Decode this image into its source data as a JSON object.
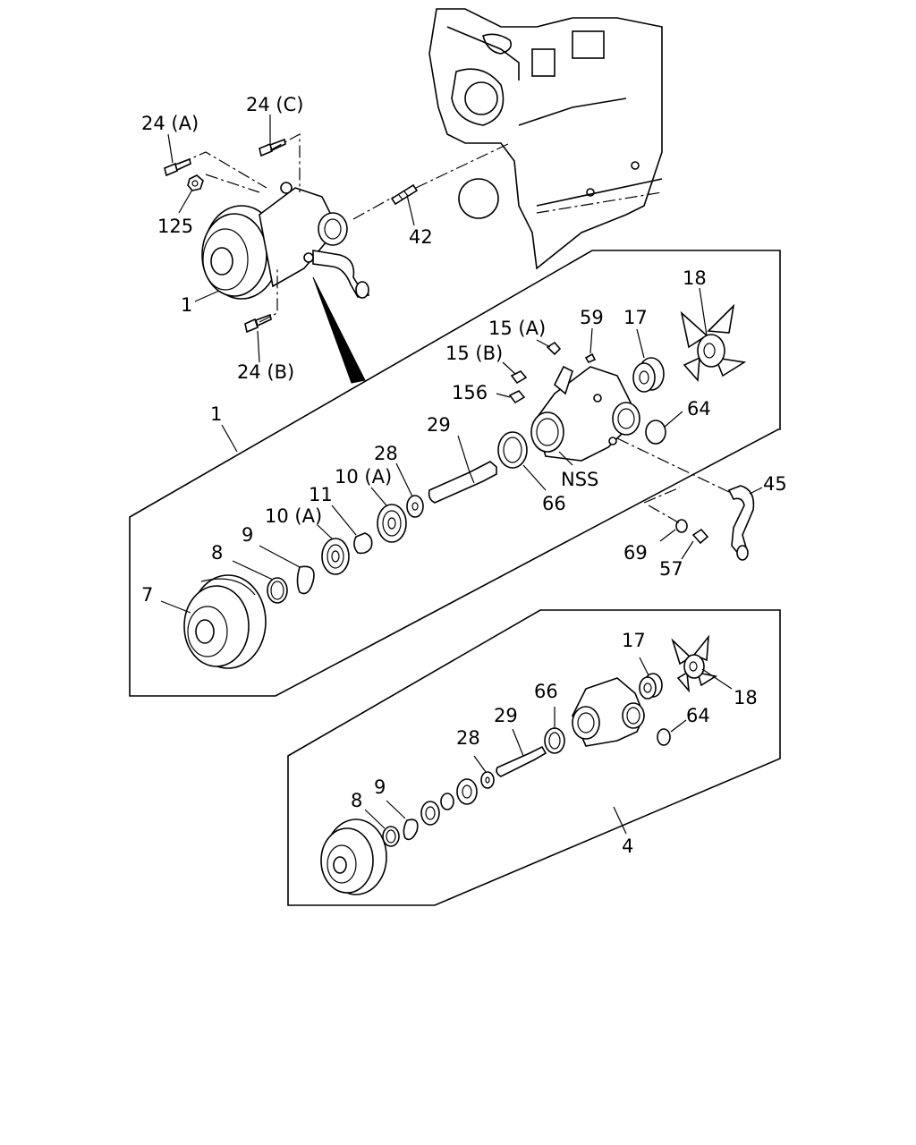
{
  "labels": {
    "p24a_top": "24 (A)",
    "p24c_top": "24 (C)",
    "p125": "125",
    "p42": "42",
    "p1_assembly": "1",
    "p24b": "24 (B)",
    "p1_callout": "1",
    "p18_a": "18",
    "p59": "59",
    "p17_a": "17",
    "p15a": "15 (A)",
    "p15b": "15 (B)",
    "p156": "156",
    "p64_a": "64",
    "p29_a": "29",
    "p28_a": "28",
    "p10a_upper": "10 (A)",
    "p11": "11",
    "p10a_lower": "10 (A)",
    "p9_a": "9",
    "p8_a": "8",
    "p7": "7",
    "pNSS": "NSS",
    "p66_a": "66",
    "p45": "45",
    "p69": "69",
    "p57": "57",
    "p17_b": "17",
    "p18_b": "18",
    "p66_b": "66",
    "p29_b": "29",
    "p64_b": "64",
    "p28_b": "28",
    "p8_b": "8",
    "p9_b": "9",
    "p4": "4"
  }
}
